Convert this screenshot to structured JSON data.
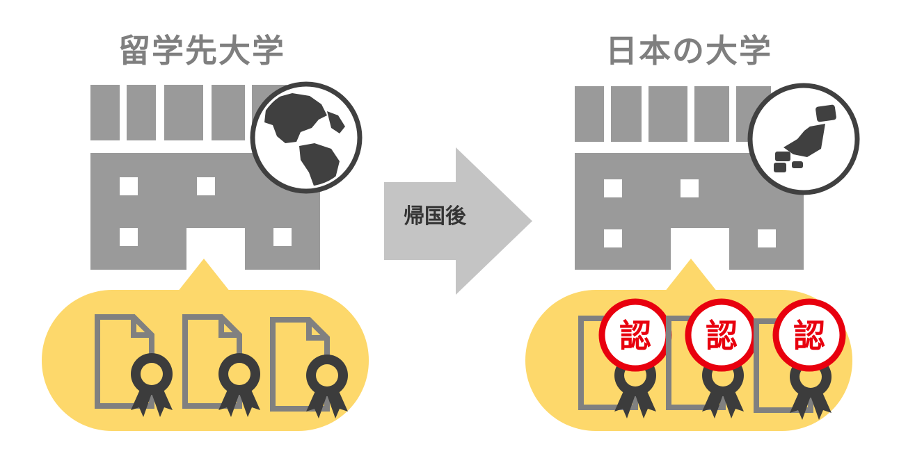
{
  "left": {
    "title": "留学先大学",
    "globe_icon": "globe-americas-icon",
    "certificate_count": 3
  },
  "right": {
    "title": "日本の大学",
    "japan_icon": "japan-map-icon",
    "certificate_count": 3,
    "stamp_text": "認"
  },
  "arrow": {
    "label": "帰国後"
  },
  "colors": {
    "building": "#9a9a9a",
    "bubble": "#fdd86b",
    "document": "#808080",
    "ribbon": "#3c3c3c",
    "arrow": "#c4c4c4",
    "stamp": "#e8000e",
    "icon_dark": "#404040"
  }
}
